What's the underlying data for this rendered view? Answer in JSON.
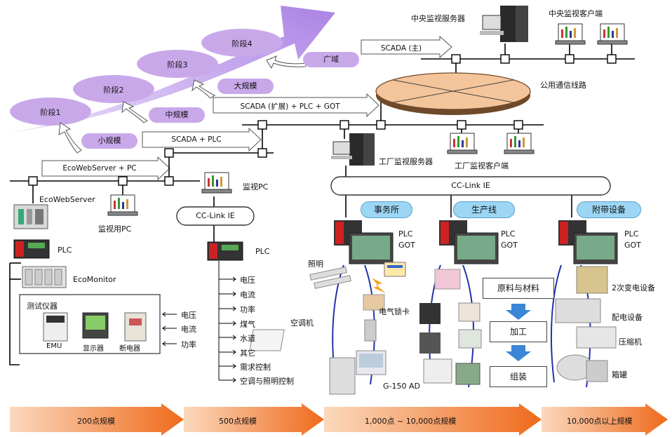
{
  "stages": [
    "阶段1",
    "阶段2",
    "阶段3",
    "阶段4"
  ],
  "scale_pills": {
    "small": "小规模",
    "medium": "中规模",
    "large": "大规模",
    "wide": "广域"
  },
  "protocols": {
    "ecowebserver_pc": "EcoWebServer + PC",
    "scada_plc": "SCADA + PLC",
    "scada_ext": "SCADA (扩展) + PLC + GOT",
    "scada_main": "SCADA (主)"
  },
  "central": {
    "server": "中央监视服务器",
    "client": "中央监视客户端",
    "line": "公用通信线路"
  },
  "factory": {
    "server": "工厂监视服务器",
    "client": "工厂监视客户端"
  },
  "left": {
    "ecowebserver": "EcoWebServer",
    "monitor_pc": "监视用PC",
    "plc": "PLC",
    "ecomonitor": "EcoMonitor",
    "instruments_title": "测试仪器",
    "emu": "EMU",
    "display": "显示器",
    "breaker": "断电器",
    "inputs": [
      "电压",
      "电流",
      "功率"
    ]
  },
  "middle": {
    "monitor_pc": "监视PC",
    "cclink": "CC-Link IE",
    "plc": "PLC",
    "inputs": [
      "电压",
      "电流",
      "功率",
      "煤气",
      "水道",
      "其它",
      "需求控制",
      "空调与照明控制"
    ]
  },
  "right": {
    "cclink": "CC-Link IE",
    "tags": [
      "事务所",
      "生产线",
      "附带设备"
    ],
    "plc": "PLC",
    "got": "GOT",
    "office_items": [
      "照明",
      "电气锁卡",
      "空调机",
      "G-150 AD"
    ],
    "flow": [
      "原料与材料",
      "加工",
      "组装"
    ],
    "aux_items": [
      "2次变电设备",
      "配电设备",
      "压缩机",
      "箱罐"
    ]
  },
  "scales": [
    "200点规模",
    "500点规模",
    "1,000点 ~ 10,000点规模",
    "10,000点以上规模"
  ],
  "colors": {
    "stage_fill": "#c9a8ea",
    "tag_fill": "#9cd6f4",
    "ellipse_fill": "#f4c59a",
    "scale_arrow": "#f07a2a",
    "stage_arrow": "#a678e0"
  }
}
